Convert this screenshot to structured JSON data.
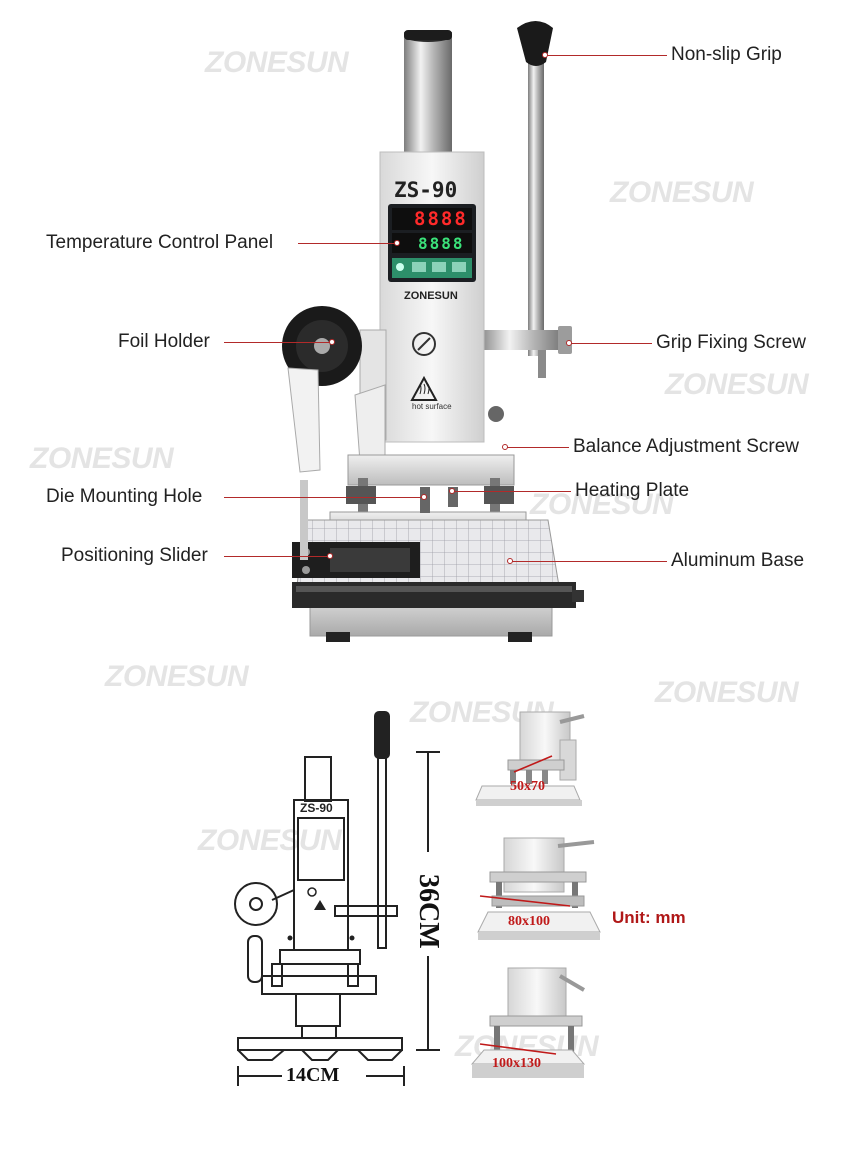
{
  "watermark": "ZONESUN",
  "machine": {
    "model": "ZS-90",
    "brand": "ZONESUN",
    "display_top": "8888",
    "display_bottom": "8888",
    "warning_text": "hot surface"
  },
  "callouts": {
    "non_slip_grip": "Non-slip Grip",
    "temperature_control_panel": "Temperature Control Panel",
    "foil_holder": "Foil Holder",
    "grip_fixing_screw": "Grip Fixing Screw",
    "balance_adjustment_screw": "Balance Adjustment Screw",
    "die_mounting_hole": "Die Mounting Hole",
    "heating_plate": "Heating Plate",
    "positioning_slider": "Positioning Slider",
    "aluminum_base": "Aluminum Base"
  },
  "dimensions": {
    "height": "36CM",
    "width": "14CM",
    "diagram_model": "ZS-90"
  },
  "plate_sizes": [
    "50x70",
    "80x100",
    "100x130"
  ],
  "unit_note": "Unit: mm",
  "colors": {
    "callout_line": "#b22a2a",
    "accent_red": "#c01a1a",
    "watermark": "#e4e4e4"
  }
}
